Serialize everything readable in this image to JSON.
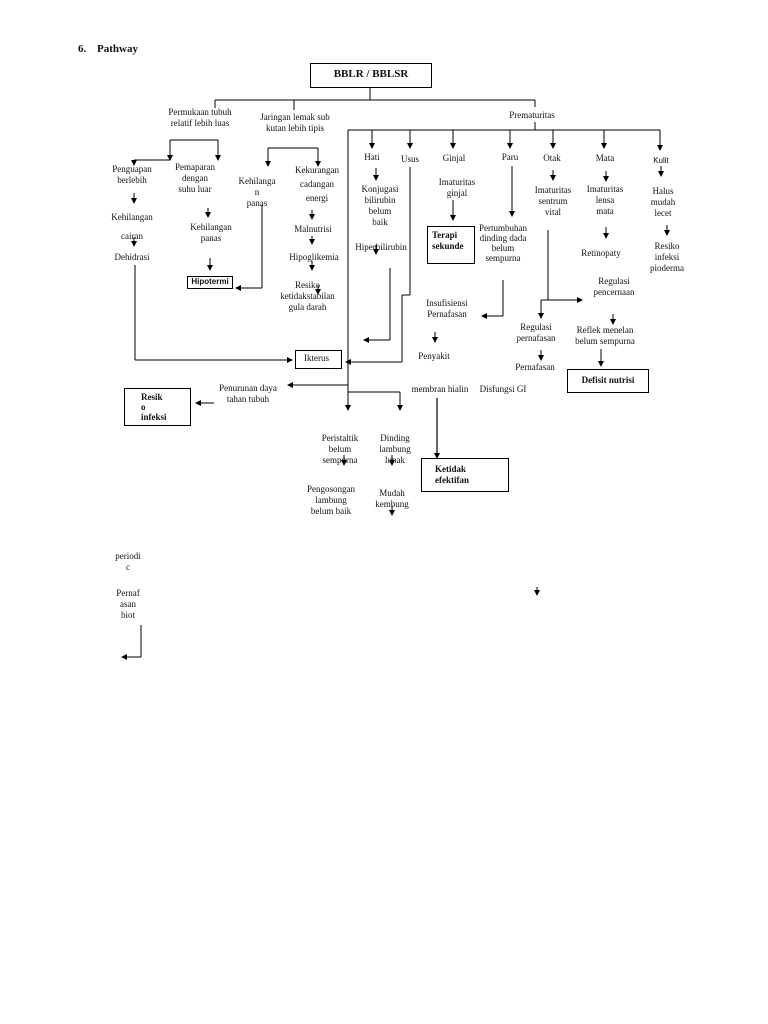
{
  "heading": {
    "number": "6.",
    "title": "Pathway"
  },
  "root": "BBLR / BBLSR",
  "branches": {
    "permukaan": "Permukaan tubuh\nrelatif lebih luas",
    "jaringan": "Jaringan lemak sub\nkutan lebih tipis",
    "prematuritas": "Prematuritas"
  },
  "nodes": {
    "penguapan": "Penguapan\nberlebih",
    "kehilangan_cairan": "Kehilangan\ncairan",
    "dehidrasi": "Dehidrasi",
    "pemaparan": "Pemaparan\ndengan\nsuhu luar",
    "kehilangan_panas_1": "Kehilangan\npanas",
    "hipotermi": "Hipotermi",
    "kehilangan_panas_2": "Kehilanga\nn\npanas",
    "kekurangan": "Kekurangan\ncadangan\nenergi",
    "malnutrisi": "Malnutrisi",
    "hipoglikemia": "Hipoglikemia",
    "resiko_gula": "Resiko\nketidakstabilan\ngula darah",
    "hati": "Hati",
    "usus": "Usus",
    "ginjal": "Ginjal",
    "paru": "Paru",
    "otak": "Otak",
    "mata": "Mata",
    "kulit": "Kulit",
    "konjugasi": "Konjugasi\nbilirubin\nbelum\nbaik",
    "hiperbilirubin": "Hiperbilirubin",
    "imaturitas_ginjal": "Imaturitas\nginjal",
    "terapi": "Terapi\nsekunde",
    "pertumbuhan": "Pertumbuhan\ndinding dada\nbelum\nsempurna",
    "imaturitas_sentrum": "Imaturitas\nsentrum\nvital",
    "imaturitas_lensa": "Imaturitas\nlensa\nmata",
    "retinopaty": "Retinopaty",
    "halus": "Halus\nmudah\nlecet",
    "resiko_infeksi": "Resiko\ninfeksi\npioderma",
    "regulasi_pencernaan": "Regulasi\npencernaan",
    "insufisiensi": "Insufisiensi\nPernafasan",
    "regulasi_pernafasan": "Regulasi\npernafasan",
    "pernafasan": "Pernafasan",
    "reflek": "Reflek menelan\nbelum sempurna",
    "defisit": "Defisit nutrisi",
    "penyakit": "Penyakit",
    "membran": "membran hialin",
    "disfungsi": "Disfungsi GI",
    "ikterus": "Ikterus",
    "penurunan": "Penurunan daya\ntahan tubuh",
    "resiko_infeksi_box": "Resik\no\ninfeksi",
    "peristaltik": "Peristaltik\nbelum\nsempurna",
    "dinding": "Dinding\nlambung\nlunak",
    "pengosongan": "Pengosongan\nlambung\nbelum baik",
    "mudah": "Mudah\nkembung",
    "ketidak": "Ketidak\nefektifan",
    "periodic": "periodi\nc",
    "pernafasan_biot": "Pernaf\nasan\nbiot"
  }
}
